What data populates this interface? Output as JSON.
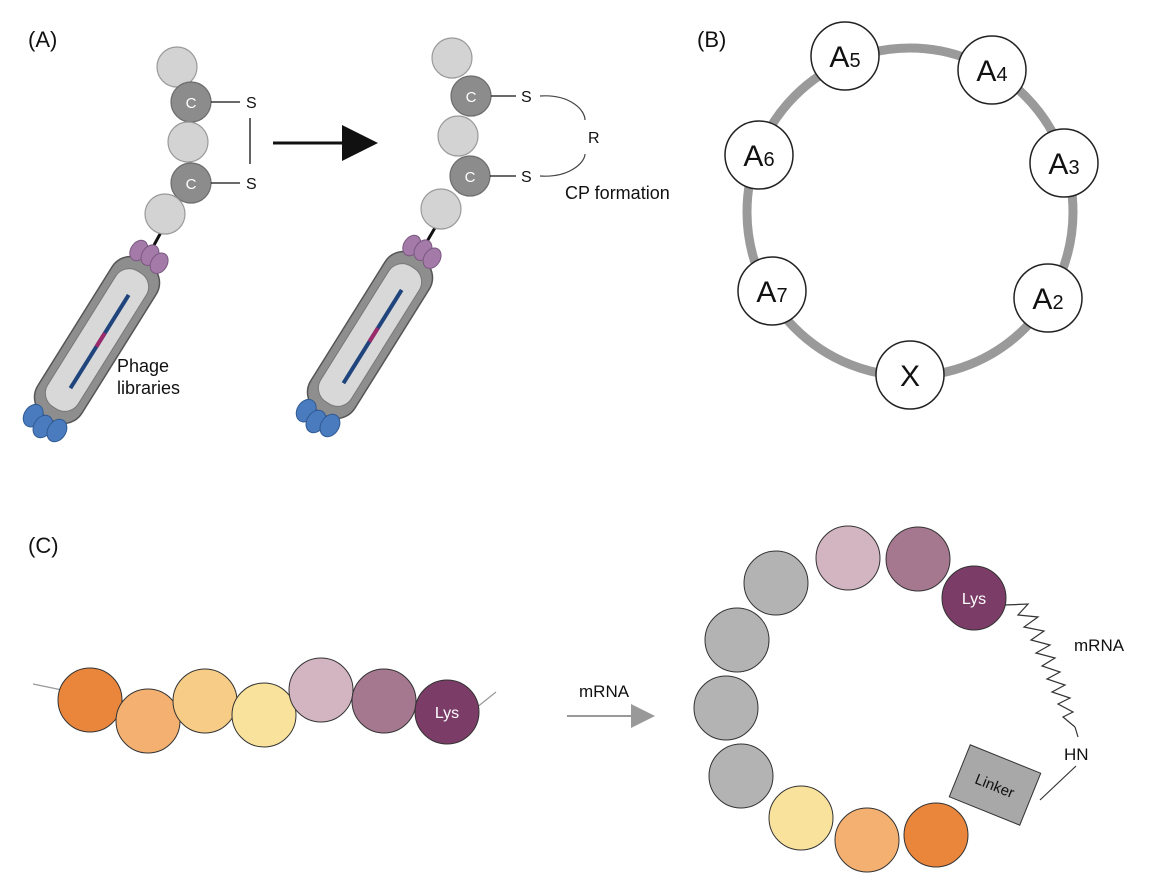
{
  "panels": {
    "a": {
      "label": "(A)",
      "phage_label_line1": "Phage",
      "phage_label_line2": "libraries",
      "cys_label": "C",
      "sulfur_label": "S",
      "r_label": "R",
      "cp_label": "CP formation"
    },
    "b": {
      "label": "(B)",
      "ring_residues": [
        {
          "letter": "A",
          "sub": "5"
        },
        {
          "letter": "A",
          "sub": "4"
        },
        {
          "letter": "A",
          "sub": "3"
        },
        {
          "letter": "A",
          "sub": "2"
        },
        {
          "letter": "X",
          "sub": ""
        },
        {
          "letter": "A",
          "sub": "7"
        },
        {
          "letter": "A",
          "sub": "6"
        }
      ]
    },
    "c": {
      "label": "(C)",
      "lys_label": "Lys",
      "arrow_label": "mRNA",
      "mrna_label": "mRNA",
      "hn_label": "HN",
      "linker_label": "Linker"
    }
  },
  "colors": {
    "light_gray": "#d3d3d3",
    "dark_gray": "#8c8c8c",
    "orange": "#ea863c",
    "light_orange": "#f4b071",
    "peach": "#f6cc86",
    "pale_yellow": "#f9e29c",
    "mauve_light": "#d3b4c1",
    "mauve": "#a57890",
    "plum": "#7c3c68",
    "pIII_purple": "#a47aa8",
    "pVIII_blue": "#4a7bbf"
  }
}
